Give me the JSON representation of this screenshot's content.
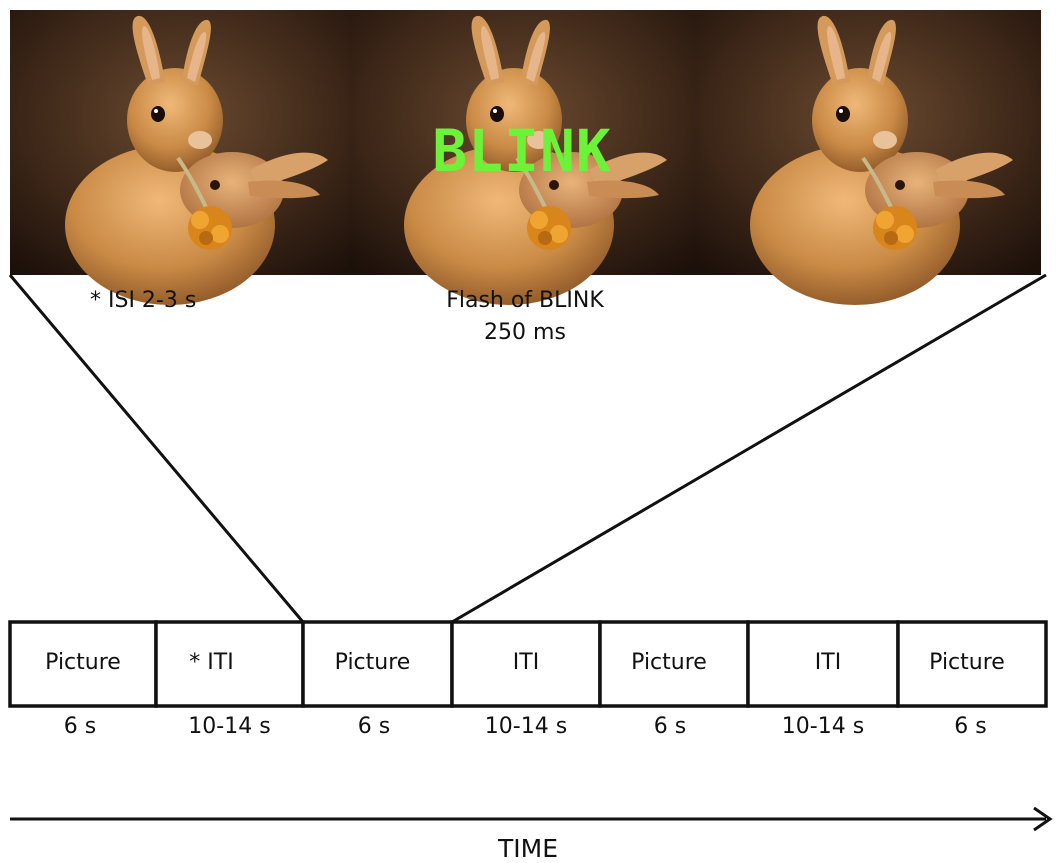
{
  "panels": [
    {
      "id": "panel-1",
      "overlay": ""
    },
    {
      "id": "panel-2",
      "overlay": "BLINK"
    },
    {
      "id": "panel-3",
      "overlay": ""
    }
  ],
  "annotations": {
    "isi": "* ISI 2-3 s",
    "flash_line1": "Flash of BLINK",
    "flash_line2": "250 ms"
  },
  "timeline": {
    "boxes": [
      {
        "label": "Picture",
        "duration": "6 s"
      },
      {
        "label": "* ITI",
        "duration": "10-14 s"
      },
      {
        "label": "Picture",
        "duration": "6 s"
      },
      {
        "label": "ITI",
        "duration": "10-14 s"
      },
      {
        "label": "Picture",
        "duration": "6 s"
      },
      {
        "label": "ITI",
        "duration": "10-14 s"
      },
      {
        "label": "Picture",
        "duration": "6 s"
      }
    ],
    "axis_label": "TIME"
  },
  "colors": {
    "blink_text": "#6df23a",
    "photo_background": "#3a2316",
    "rabbit_fur": "#c9843f",
    "flower": "#e0921f"
  },
  "icons": [
    "rabbit-photo",
    "time-arrow"
  ]
}
